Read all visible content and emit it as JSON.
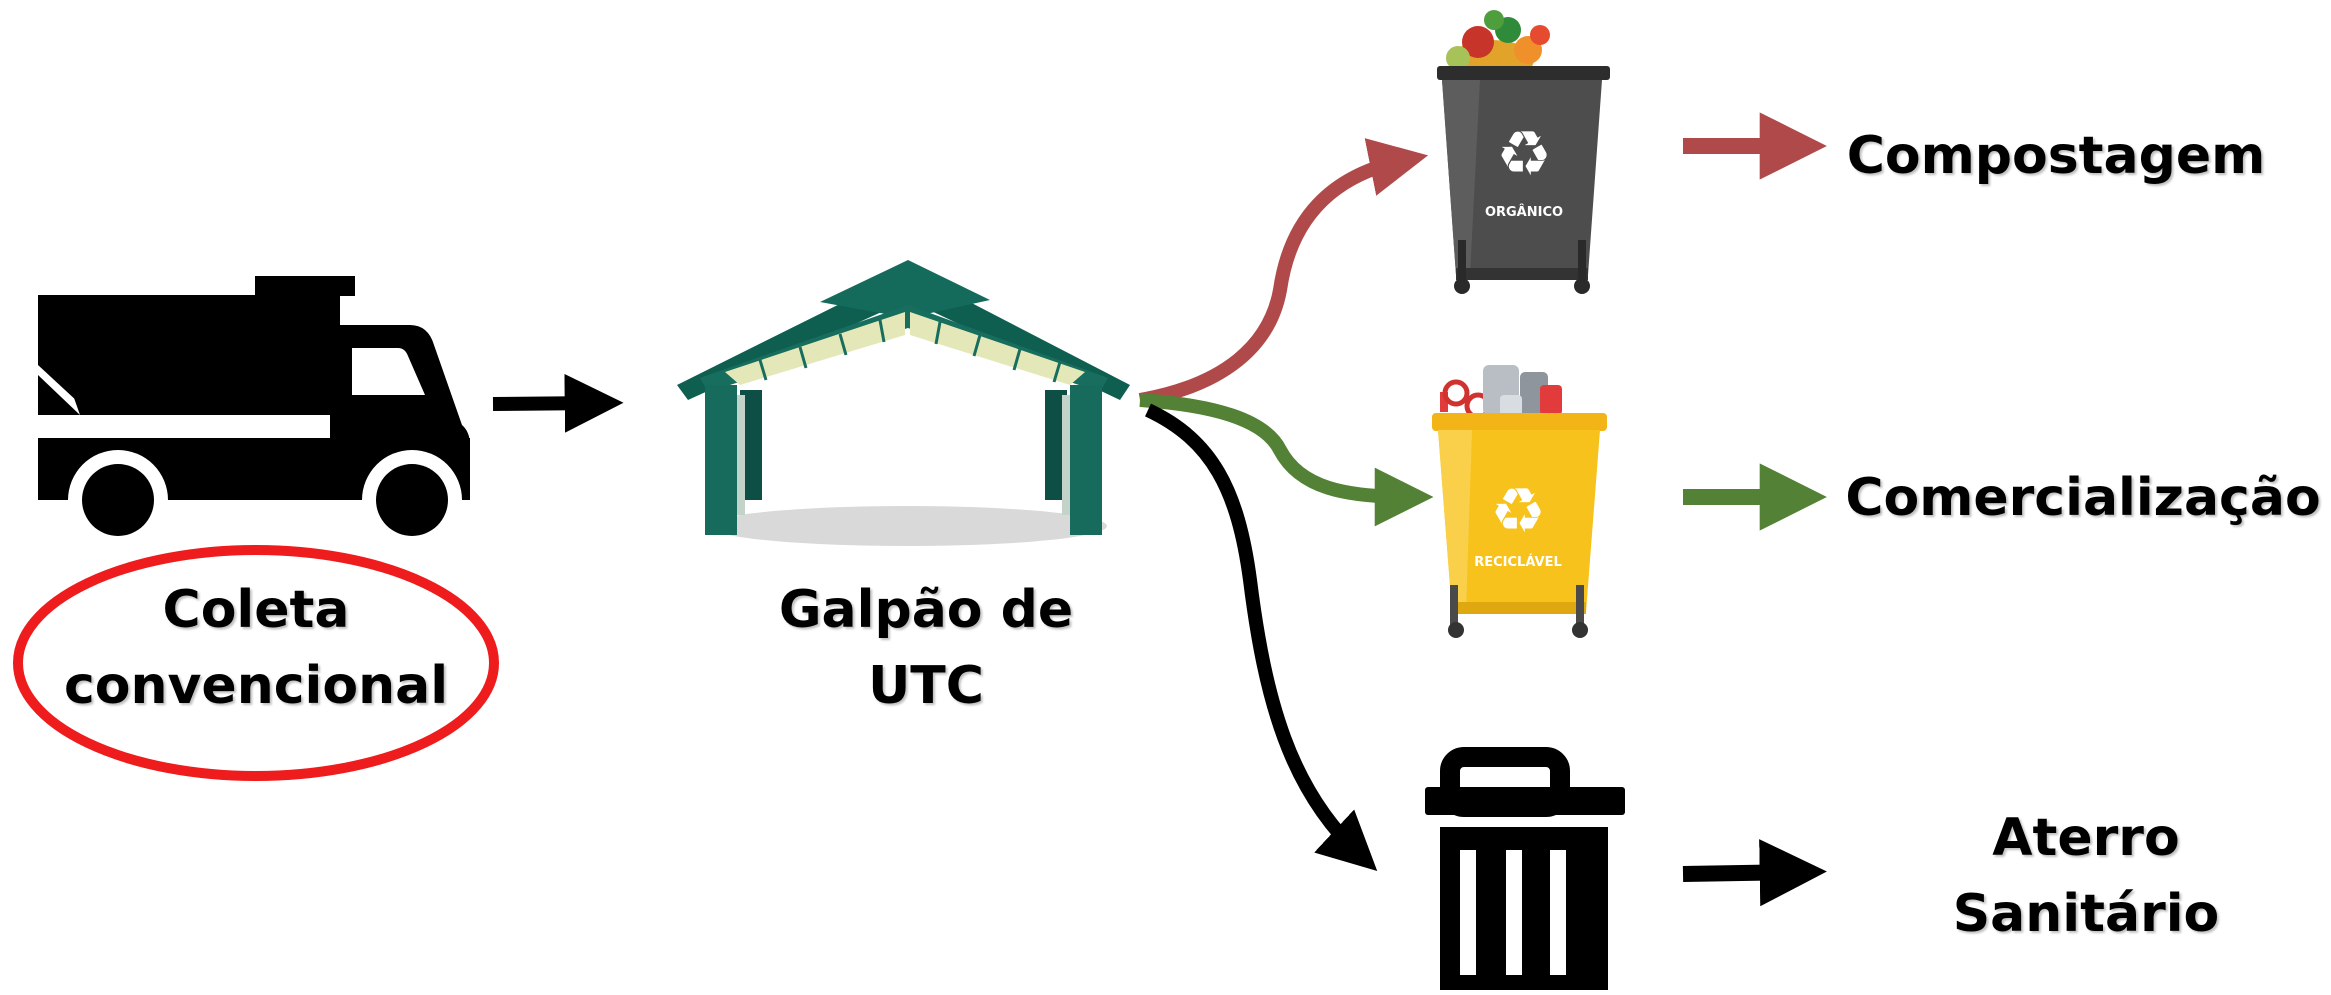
{
  "nodes": {
    "collection": {
      "lines": [
        "Coleta",
        "convencional"
      ],
      "highlight_color": "#ee1c1c"
    },
    "shed": {
      "lines": [
        "Galpão de",
        "UTC"
      ]
    },
    "organic": {
      "label": "Compostagem",
      "bin_text": "ORGÂNICO",
      "color": "#b04a4a"
    },
    "recyclable": {
      "label": "Comercialização",
      "bin_text": "RECICLÁVEL",
      "color": "#538135"
    },
    "landfill": {
      "lines": [
        "Aterro",
        "Sanitário"
      ],
      "color": "#000000"
    }
  },
  "icons": {
    "truck": "dump-truck-icon",
    "shed": "shed-building-icon",
    "organic_bin": "organic-bin-icon",
    "recycle_bin": "recycling-bin-icon",
    "trash": "trash-can-icon"
  },
  "colors": {
    "shed_green": "#156b5b",
    "organic_bin": "#505050",
    "recycle_bin": "#f7c21b"
  }
}
